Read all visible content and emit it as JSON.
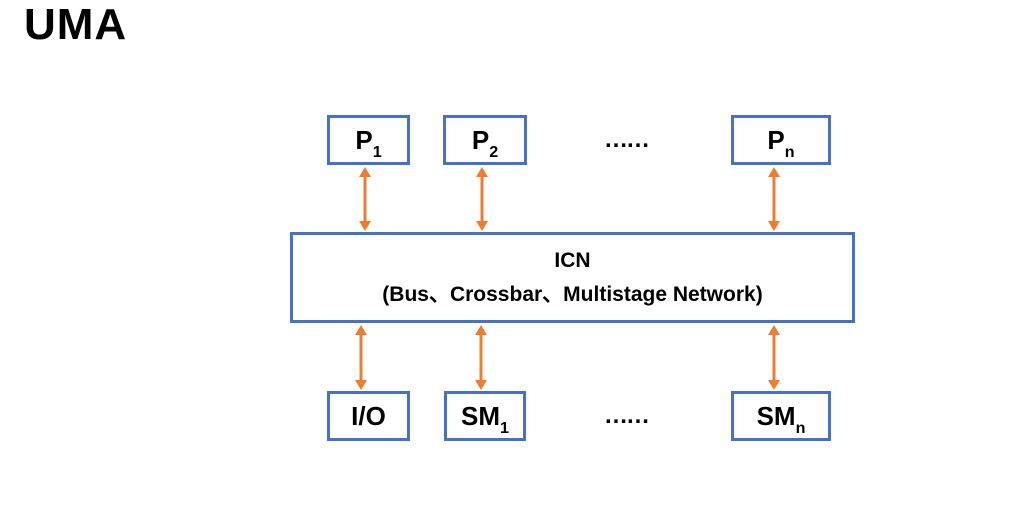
{
  "title": "UMA",
  "colors": {
    "box_border": "#4472C4",
    "arrow": "#ED7D31",
    "text": "#000000"
  },
  "top_row": {
    "boxes": [
      {
        "base": "P",
        "sub": "1"
      },
      {
        "base": "P",
        "sub": "2"
      },
      {
        "base": "P",
        "sub": "n"
      }
    ],
    "ellipsis": "……"
  },
  "icn": {
    "line1": "ICN",
    "line2": "(Bus、Crossbar、Multistage Network)"
  },
  "bottom_row": {
    "boxes": [
      {
        "base": "I/O",
        "sub": ""
      },
      {
        "base": "SM",
        "sub": "1"
      },
      {
        "base": "SM",
        "sub": "n"
      }
    ],
    "ellipsis": "……"
  }
}
